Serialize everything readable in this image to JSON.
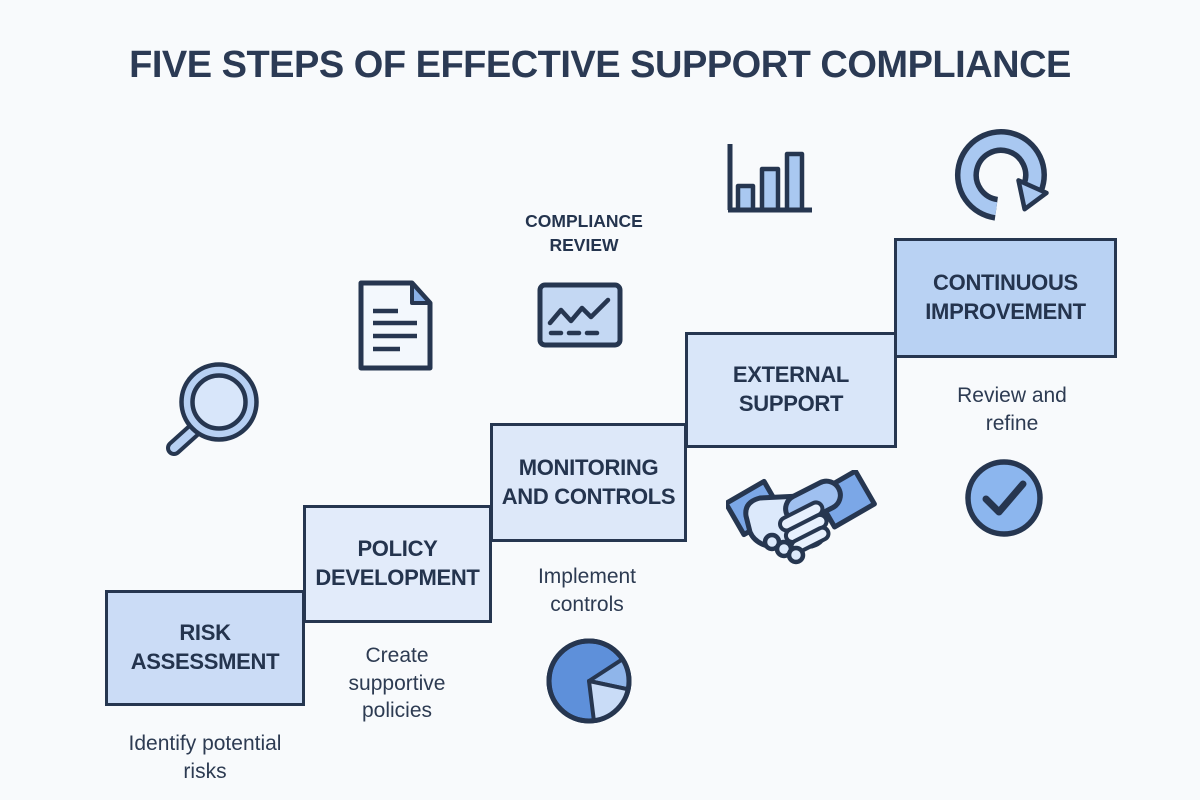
{
  "title": "FIVE STEPS OF EFFECTIVE SUPPORT COMPLIANCE",
  "annotation": {
    "label": "COMPLIANCE\nREVIEW"
  },
  "steps": [
    {
      "id": "risk-assessment",
      "label": "RISK\nASSESSMENT",
      "caption": "Identify potential\nrisks"
    },
    {
      "id": "policy-development",
      "label": "POLICY\nDEVELOPMENT",
      "caption": "Create\nsupportive\npolicies"
    },
    {
      "id": "monitoring-and-controls",
      "label": "MONITORING\nAND CONTROLS",
      "caption": "Implement\ncontrols"
    },
    {
      "id": "external-support",
      "label": "EXTERNAL\nSUPPORT"
    },
    {
      "id": "continuous-improvement",
      "label": "CONTINUOUS\nIMPROVEMENT",
      "caption": "Review and\nrefine"
    }
  ],
  "icons": [
    "magnifier-icon",
    "document-icon",
    "line-chart-icon",
    "bar-chart-icon",
    "cycle-arrow-icon",
    "handshake-icon",
    "check-circle-icon",
    "pie-chart-icon"
  ],
  "colors": {
    "background": "#f8fafc",
    "navy": "#263650",
    "step_fills": [
      "#cbdcf6",
      "#e2ebfa",
      "#dde8f9",
      "#d9e6f9",
      "#b9d2f3"
    ],
    "icon_blue": "#a9c8f1",
    "icon_blue_medium": "#7ba7e7",
    "icon_blue_deep": "#5e90da",
    "icon_blue_light": "#d8e6fa"
  }
}
